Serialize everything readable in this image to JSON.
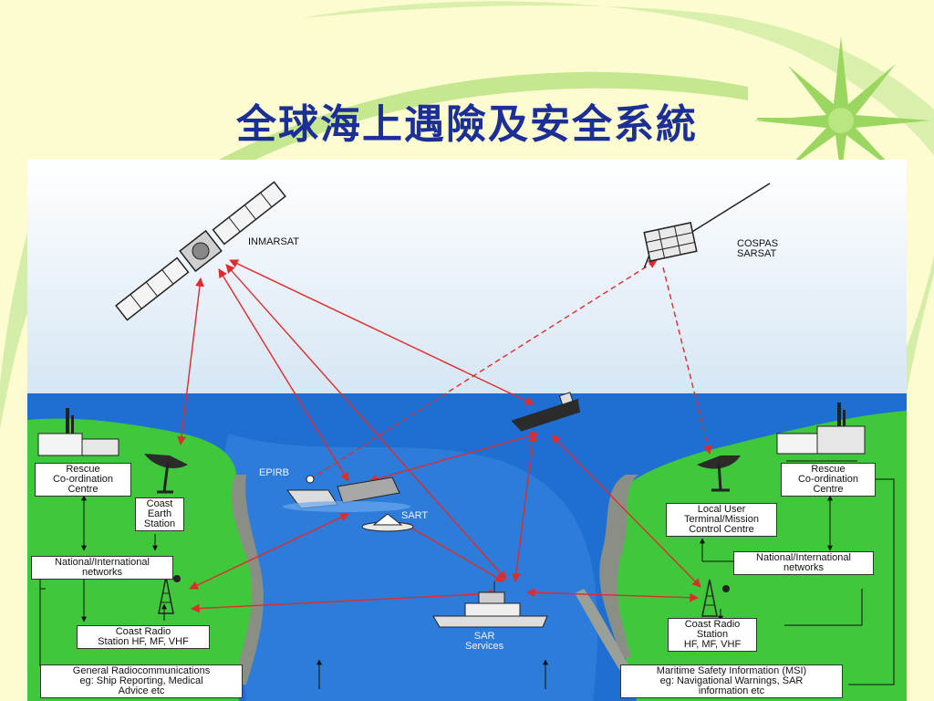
{
  "slide": {
    "title": "全球海上遇險及安全系統"
  },
  "labels": {
    "inmarsat": "INMARSAT",
    "cospas": "COSPAS\nSARSAT",
    "epirb": "EPIRB",
    "sart": "SART",
    "sar": "SAR\nServices",
    "rcc_left": "Rescue\nCo-ordination\nCentre",
    "rcc_right": "Rescue\nCo-ordination\nCentre",
    "coast_earth": "Coast\nEarth\nStation",
    "local_user": "Local User\nTerminal/Mission\nControl Centre",
    "net_left": "National/International\nnetworks",
    "net_right": "National/International\nnetworks",
    "crs_left": "Coast Radio\nStation HF, MF, VHF",
    "crs_right": "Coast Radio\nStation\nHF, MF, VHF",
    "general": "General Radiocommunications\neg: Ship Reporting, Medical\nAdvice etc",
    "msi": "Maritime Safety Information (MSI)\neg: Navigational Warnings, SAR\ninformation etc"
  },
  "colors": {
    "background": "#fdfbd0",
    "title": "#1c2f96",
    "sky": "#e4eef6",
    "sea": "#1f6fd2",
    "land": "#3fc83b",
    "link_red": "#e02b2b",
    "accent_green": "#9ad660"
  },
  "icons": [
    "inmarsat-satellite-icon",
    "cospas-sarsat-satellite-icon",
    "ship-icon",
    "sinking-ship-icon",
    "sart-buoy-icon",
    "sar-vessel-icon",
    "dish-antenna-icon",
    "radio-tower-icon",
    "building-icon"
  ]
}
